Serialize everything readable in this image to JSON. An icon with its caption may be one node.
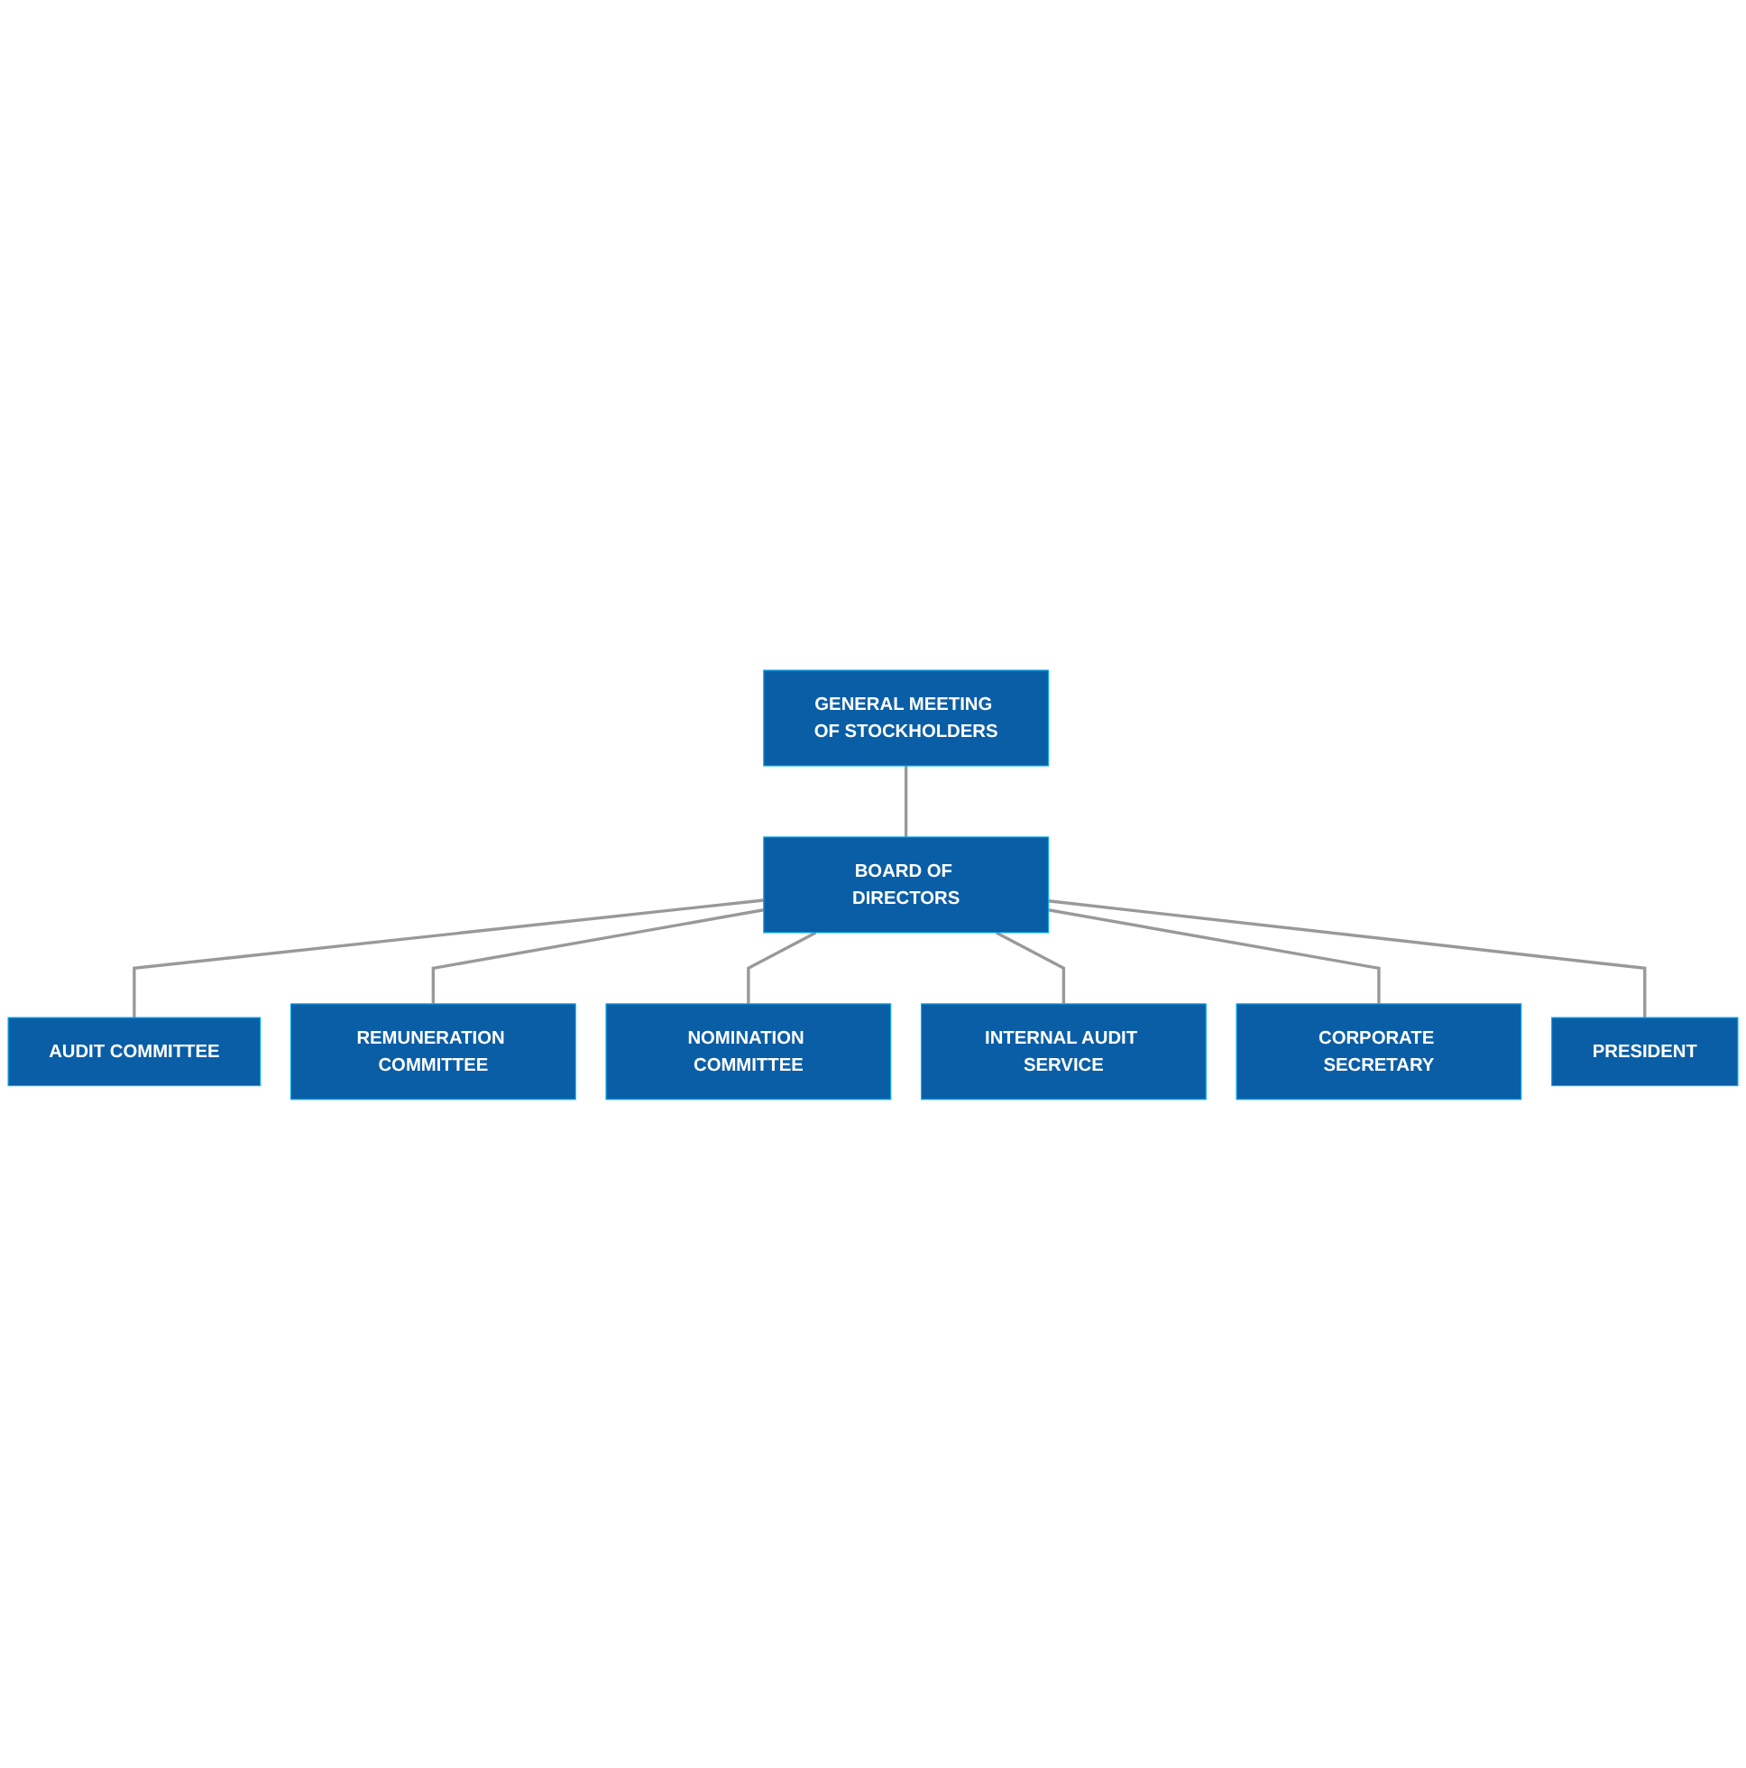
{
  "diagram": {
    "nodes": [
      {
        "text": [
          "GENERAL MEETING OF STOCKHOLDERS"
        ]
      },
      {
        "text": [
          "AUDIT COMMITTEE"
        ]
      },
      {
        "text": [
          "BOARD OF DIRECTORS"
        ]
      },
      {
        "text": [
          "REMUNERATION COMMITTEE"
        ]
      },
      {
        "text": [
          "NOMINATION COMMITTEE"
        ]
      },
      {
        "text": [
          "INTERNAL AUDIT SERVICE"
        ]
      },
      {
        "text": [
          "CORPORATE SECRETARY"
        ]
      },
      {
        "text": [
          "PRESIDENT"
        ]
      }
    ],
    "edges": [
      {
        "from": 0,
        "to": 2,
        "arrow": "none"
      },
      {
        "from": 2,
        "to": 1,
        "arrow": "none"
      },
      {
        "from": 2,
        "to": 3,
        "arrow": "none"
      },
      {
        "from": 2,
        "to": 4,
        "arrow": "none"
      },
      {
        "from": 2,
        "to": 5,
        "arrow": "none"
      },
      {
        "from": 2,
        "to": 6,
        "arrow": "none"
      },
      {
        "from": 2,
        "to": 7,
        "arrow": "none"
      }
    ]
  }
}
